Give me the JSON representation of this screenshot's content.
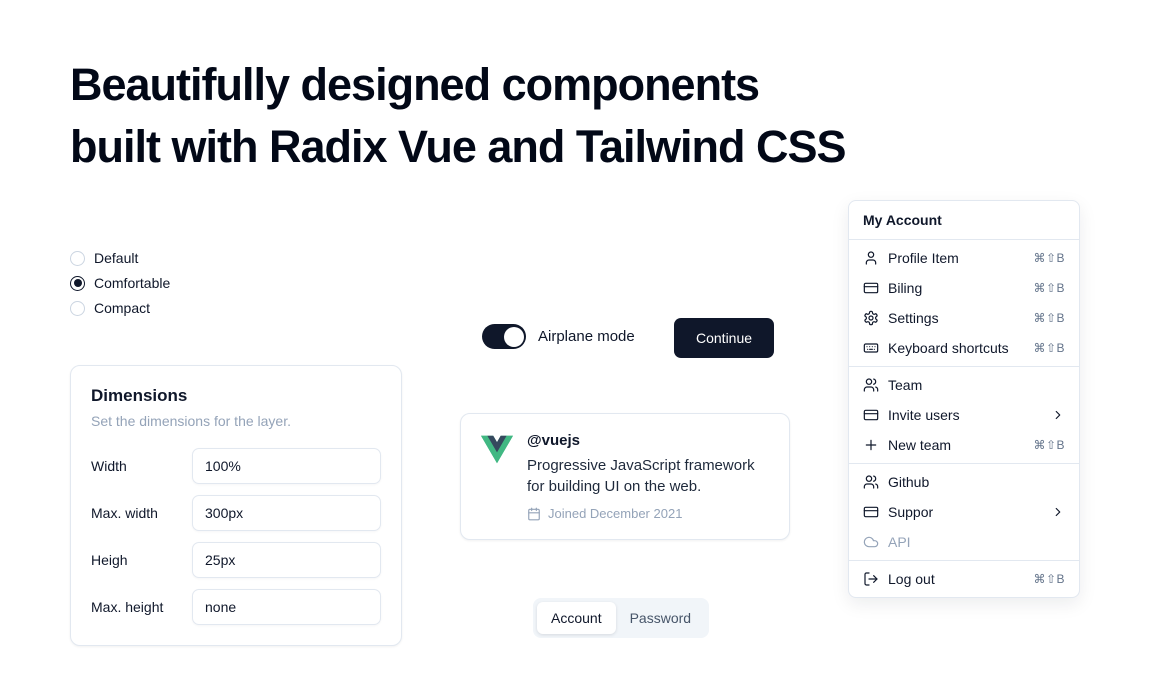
{
  "header": {
    "title_line1": "Beautifully designed components",
    "title_line2": "built with Radix Vue and Tailwind CSS"
  },
  "radio_group": {
    "options": [
      {
        "label": "Default",
        "checked": false
      },
      {
        "label": "Comfortable",
        "checked": true
      },
      {
        "label": "Compact",
        "checked": false
      }
    ]
  },
  "dimensions_card": {
    "title": "Dimensions",
    "subtitle": "Set the dimensions for the layer.",
    "fields": [
      {
        "label": "Width",
        "value": "100%"
      },
      {
        "label": "Max. width",
        "value": "300px"
      },
      {
        "label": "Heigh",
        "value": "25px"
      },
      {
        "label": "Max. height",
        "value": "none"
      }
    ]
  },
  "airplane_mode": {
    "label": "Airplane mode",
    "on": true
  },
  "continue_button": {
    "label": "Continue"
  },
  "vue_card": {
    "handle": "@vuejs",
    "description": "Progressive JavaScript framework for building UI on the web.",
    "joined": "Joined December 2021"
  },
  "tabs": {
    "items": [
      {
        "label": "Account",
        "active": true
      },
      {
        "label": "Password",
        "active": false
      }
    ]
  },
  "menu": {
    "title": "My Account",
    "groups": [
      {
        "items": [
          {
            "label": "Profile Item",
            "icon": "user",
            "shortcut": "⌘⇧B"
          },
          {
            "label": "Biling",
            "icon": "credit-card",
            "shortcut": "⌘⇧B"
          },
          {
            "label": "Settings",
            "icon": "gear",
            "shortcut": "⌘⇧B"
          },
          {
            "label": "Keyboard shortcuts",
            "icon": "keyboard",
            "shortcut": "⌘⇧B"
          }
        ]
      },
      {
        "items": [
          {
            "label": "Team",
            "icon": "users"
          },
          {
            "label": "Invite users",
            "icon": "credit-card",
            "submenu": true
          },
          {
            "label": "New team",
            "icon": "plus",
            "shortcut": "⌘⇧B"
          }
        ]
      },
      {
        "items": [
          {
            "label": "Github",
            "icon": "users"
          },
          {
            "label": "Suppor",
            "icon": "credit-card",
            "submenu": true
          },
          {
            "label": "API",
            "icon": "cloud",
            "disabled": true
          }
        ]
      },
      {
        "items": [
          {
            "label": "Log out",
            "icon": "log-out",
            "shortcut": "⌘⇧B"
          }
        ]
      }
    ]
  },
  "colors": {
    "accent": "#0f172a",
    "heading": "#020817",
    "muted_text": "#94a3b8",
    "border": "#e2e8f0",
    "tabs_background": "#f1f5f9",
    "vue_green": "#41b883",
    "vue_navy": "#35495e"
  }
}
